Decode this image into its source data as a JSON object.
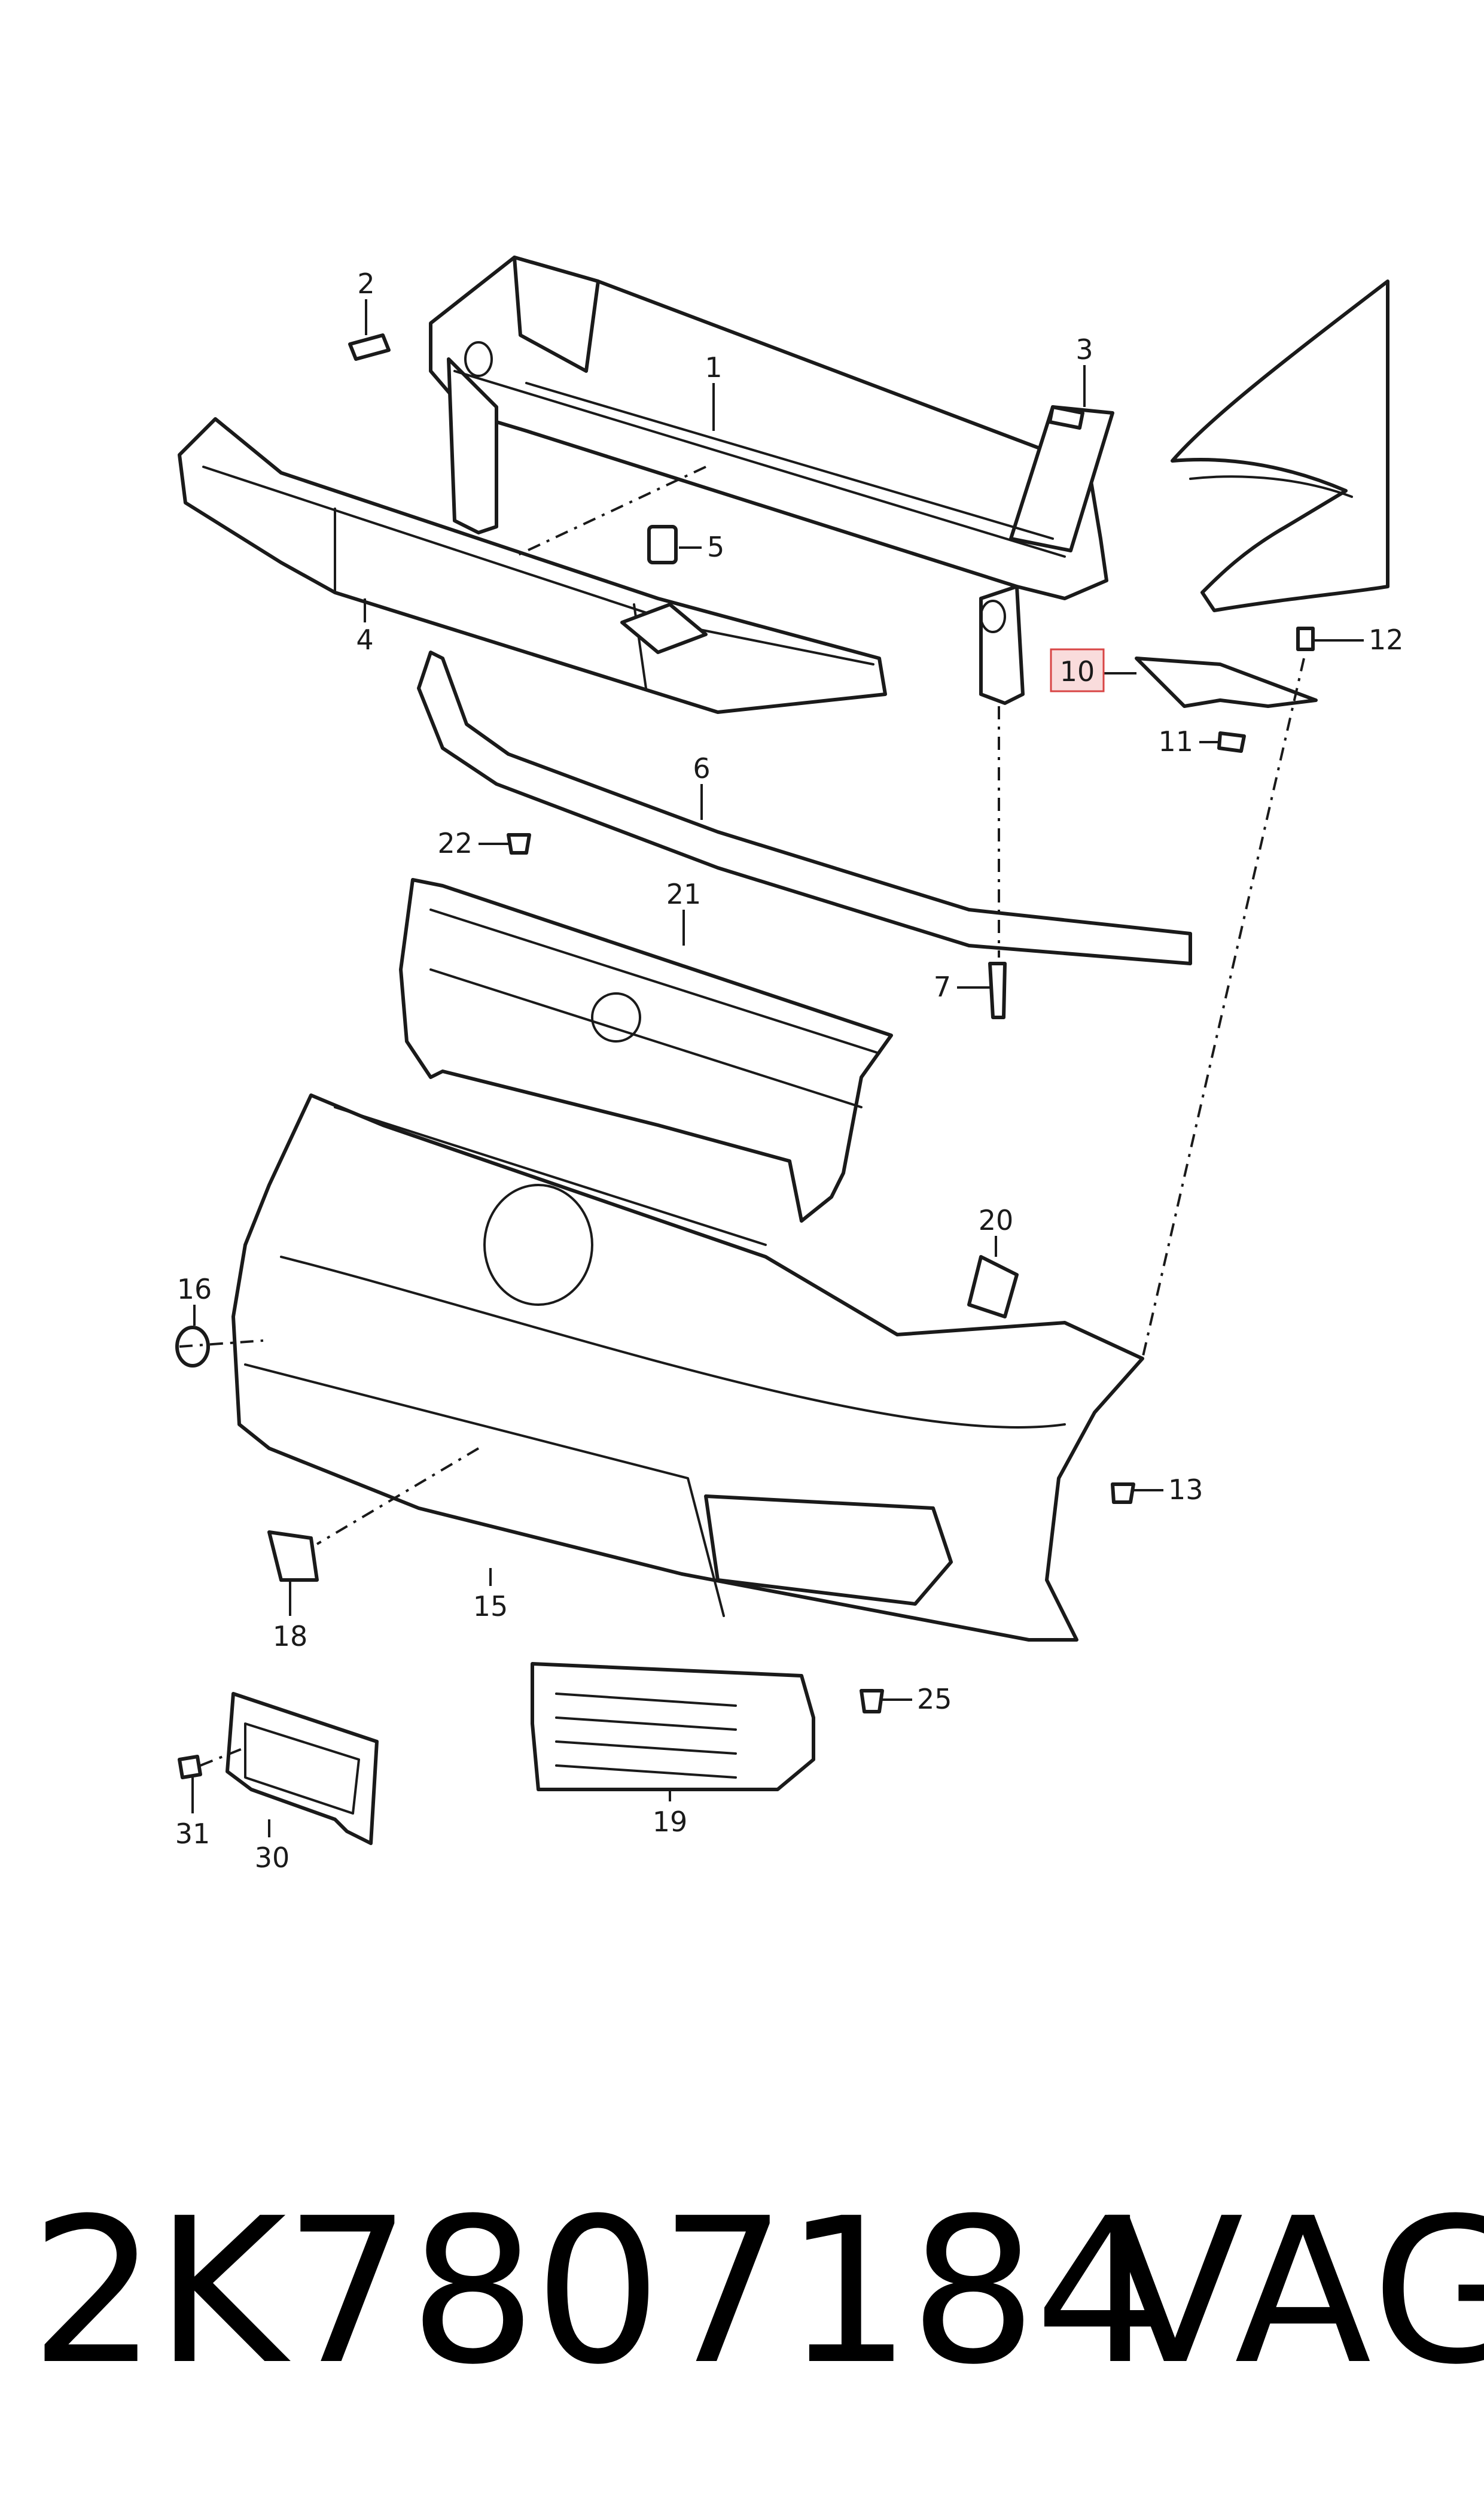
{
  "footer": {
    "part_number": "2K7807184",
    "brand": "VAG"
  },
  "callouts": {
    "c1": "1",
    "c2": "2",
    "c3": "3",
    "c4": "4",
    "c5": "5",
    "c6": "6",
    "c7": "7",
    "c10": "10",
    "c11": "11",
    "c12": "12",
    "c13": "13",
    "c15": "15",
    "c16": "16",
    "c18": "18",
    "c19": "19",
    "c20": "20",
    "c21": "21",
    "c22": "22",
    "c25": "25",
    "c30": "30",
    "c31": "31"
  },
  "highlight": {
    "callout": "10",
    "color": "#d84545",
    "fill": "#f9dcdc"
  }
}
